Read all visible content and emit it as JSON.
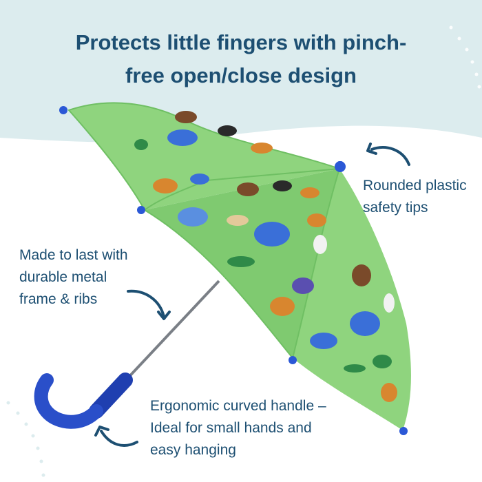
{
  "headline": {
    "line1": "Protects little fingers with pinch-",
    "line2": "free open/close design"
  },
  "callouts": {
    "tips": {
      "line1": "Rounded plastic",
      "line2": "safety tips"
    },
    "frame": {
      "line1": "Made to last with",
      "line2": "durable metal",
      "line3": "frame & ribs"
    },
    "handle": {
      "line1": "Ergonomic curved handle –",
      "line2": "Ideal for small hands and",
      "line3": "easy hanging"
    }
  },
  "colors": {
    "headline_text": "#1d4f72",
    "top_band": "#dcecee",
    "canopy_green": "#8fd47e",
    "canopy_dark": "#6fbf63",
    "handle_blue": "#2a4fc9",
    "tip_blue": "#2b58d6"
  }
}
